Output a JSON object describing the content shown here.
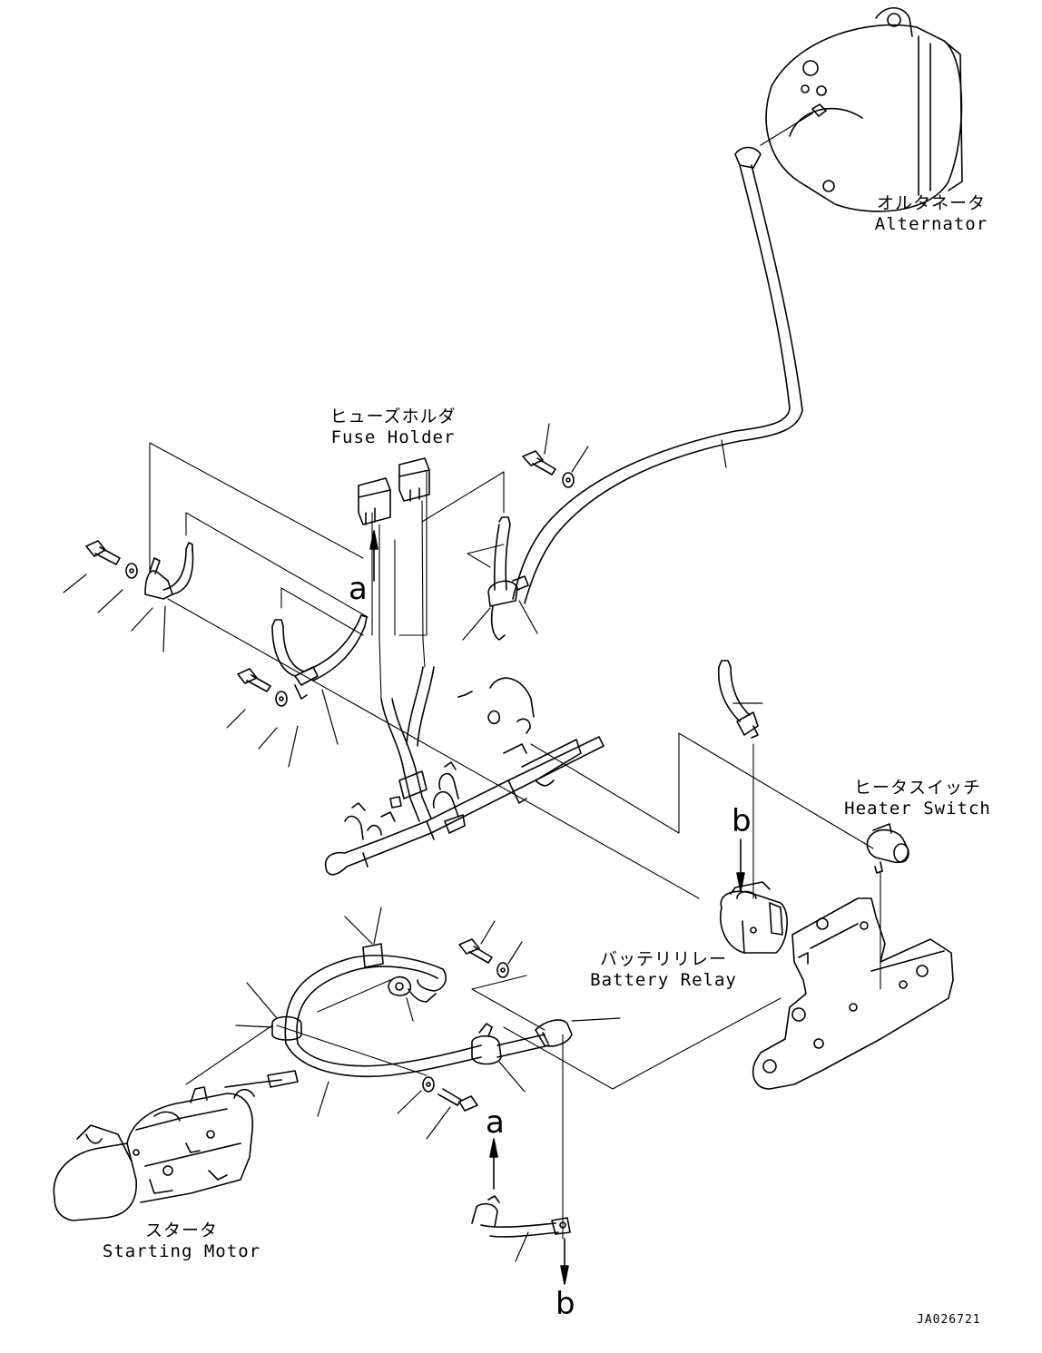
{
  "labels": {
    "alternator": {
      "jp": "オルタネータ",
      "en": "Alternator"
    },
    "fuse_holder": {
      "jp": "ヒューズホルダ",
      "en": "Fuse Holder"
    },
    "heater_switch": {
      "jp": "ヒータスイッチ",
      "en": "Heater Switch"
    },
    "battery_relay": {
      "jp": "バッテリリレー",
      "en": "Battery Relay"
    },
    "starting_motor": {
      "jp": "スタータ",
      "en": "Starting Motor"
    }
  },
  "connectors": {
    "a_top": "a",
    "a_bottom": "a",
    "b_top": "b",
    "b_bottom": "b"
  },
  "drawing_code": "JA026721",
  "colors": {
    "line": "#000000",
    "background": "#ffffff"
  }
}
